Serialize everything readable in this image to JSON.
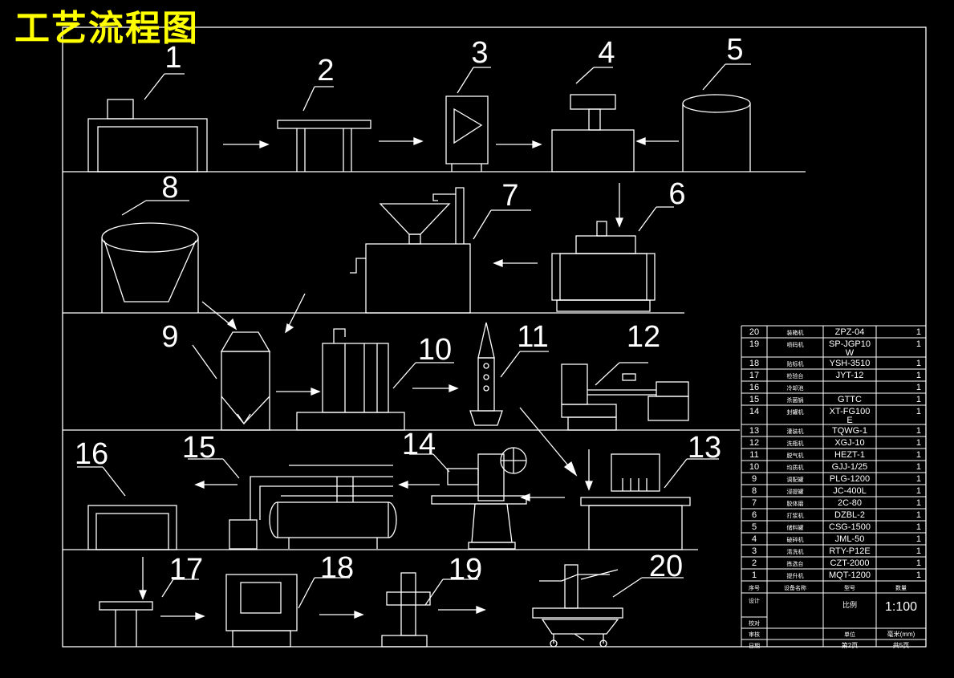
{
  "title": "工艺流程图",
  "colors": {
    "background": "#000000",
    "lines": "#ffffff",
    "title": "#ffff00"
  },
  "stations": [
    {
      "num": "1"
    },
    {
      "num": "2"
    },
    {
      "num": "3"
    },
    {
      "num": "4"
    },
    {
      "num": "5"
    },
    {
      "num": "6"
    },
    {
      "num": "7"
    },
    {
      "num": "8"
    },
    {
      "num": "9"
    },
    {
      "num": "10"
    },
    {
      "num": "11"
    },
    {
      "num": "12"
    },
    {
      "num": "13"
    },
    {
      "num": "14"
    },
    {
      "num": "15"
    },
    {
      "num": "16"
    },
    {
      "num": "17"
    },
    {
      "num": "18"
    },
    {
      "num": "19"
    },
    {
      "num": "20"
    }
  ],
  "parts_list": [
    {
      "no": "20",
      "name": "装箱机",
      "model": "ZPZ-04",
      "qty": "1"
    },
    {
      "no": "19",
      "name": "喷码机",
      "model": "SP-JGP10\nW",
      "qty": "1"
    },
    {
      "no": "18",
      "name": "贴标机",
      "model": "YSH-3510",
      "qty": "1"
    },
    {
      "no": "17",
      "name": "检验台",
      "model": "JYT-12",
      "qty": "1"
    },
    {
      "no": "16",
      "name": "冷却池",
      "model": "",
      "qty": "1"
    },
    {
      "no": "15",
      "name": "杀菌锅",
      "model": "GTTC",
      "qty": "1"
    },
    {
      "no": "14",
      "name": "封罐机",
      "model": "XT-FG100\nE",
      "qty": "1"
    },
    {
      "no": "13",
      "name": "灌装机",
      "model": "TQWG-1",
      "qty": "1"
    },
    {
      "no": "12",
      "name": "洗瓶机",
      "model": "XGJ-10",
      "qty": "1"
    },
    {
      "no": "11",
      "name": "脱气机",
      "model": "HEZT-1",
      "qty": "1"
    },
    {
      "no": "10",
      "name": "均质机",
      "model": "GJJ-1/25",
      "qty": "1"
    },
    {
      "no": "9",
      "name": "调配罐",
      "model": "PLG-1200",
      "qty": "1"
    },
    {
      "no": "8",
      "name": "浸提罐",
      "model": "JC-400L",
      "qty": "1"
    },
    {
      "no": "7",
      "name": "胶体磨",
      "model": "2C-80",
      "qty": "1"
    },
    {
      "no": "6",
      "name": "打浆机",
      "model": "DZBL-2",
      "qty": "1"
    },
    {
      "no": "5",
      "name": "储料罐",
      "model": "CSG-1500",
      "qty": "1"
    },
    {
      "no": "4",
      "name": "破碎机",
      "model": "JML-50",
      "qty": "1"
    },
    {
      "no": "3",
      "name": "清洗机",
      "model": "RTY-P12E",
      "qty": "1"
    },
    {
      "no": "2",
      "name": "拣选台",
      "model": "CZT-2000",
      "qty": "1"
    },
    {
      "no": "1",
      "name": "提升机",
      "model": "MQT-1200",
      "qty": "1"
    }
  ],
  "title_block": {
    "col_no": "序号",
    "col_name": "设备名称",
    "col_model": "型号",
    "col_qty": "数量",
    "design": "设计",
    "scale_label": "比例",
    "scale": "1:100",
    "check": "校对",
    "review": "审核",
    "unit": "单位",
    "unit_value": "毫米(mm)",
    "date": "日期",
    "sheet": "第2页",
    "total": "共5页"
  }
}
